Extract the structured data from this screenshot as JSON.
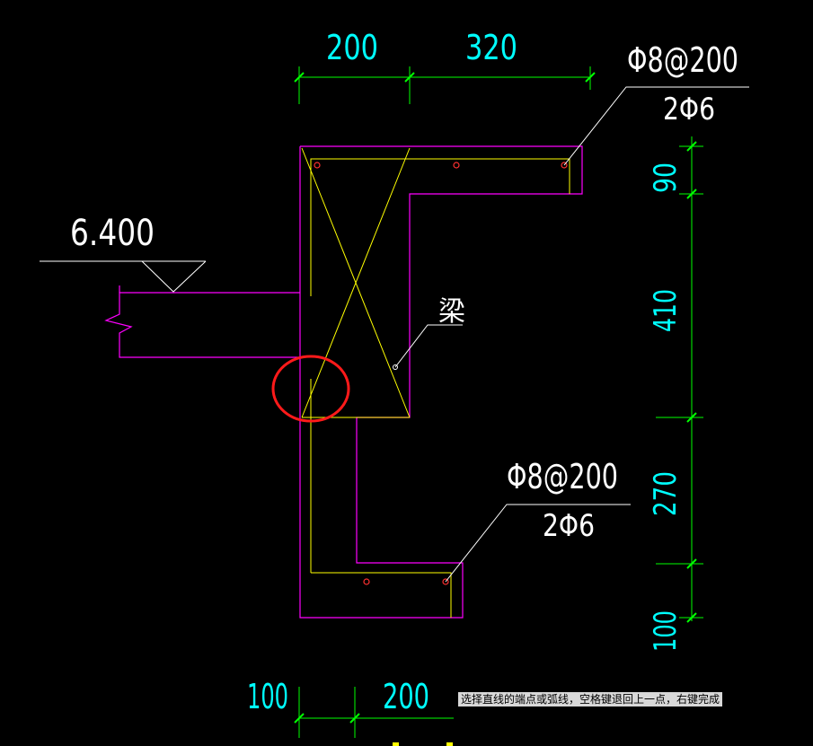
{
  "drawing": {
    "top_dims": [
      "200",
      "320"
    ],
    "bottom_dims": [
      "100",
      "200"
    ],
    "right_dims": [
      "90",
      "410",
      "270",
      "100"
    ],
    "elevation": "6.400",
    "beam_label": "梁",
    "upper_rebar": {
      "stirrup": "Φ8@200",
      "longitudinal": "2Φ6"
    },
    "lower_rebar": {
      "stirrup": "Φ8@200",
      "longitudinal": "2Φ6"
    }
  },
  "colors": {
    "background": "#000000",
    "dimension_line": "#00ff00",
    "dimension_text": "#00ffff",
    "outline": "#ff00ff",
    "rebar": "#ffff00",
    "annotation": "#ffffff",
    "rebar_dot": "#ff3030",
    "highlight_circle": "#ff1a1a"
  },
  "status_tip": "选择直线的端点或弧线，空格键退回上一点，右键完成"
}
